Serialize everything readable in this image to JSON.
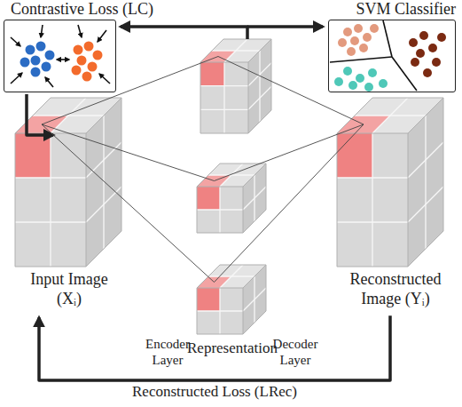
{
  "diagram": {
    "nodes": [
      {
        "text": [
          "Contrastive Loss (LC)"
        ]
      },
      {
        "text": [
          "SVM Classifier"
        ]
      },
      {
        "text": [
          "Input Image (Xᵢ)"
        ]
      },
      {
        "text": [
          "Representation"
        ]
      },
      {
        "text": [
          "Reconstructed Image (Yᵢ)"
        ]
      }
    ],
    "edges": [
      {
        "from": 2,
        "to": 3,
        "arrow": "none"
      },
      {
        "from": 3,
        "to": 4,
        "arrow": "none"
      },
      {
        "from": 4,
        "to": 2,
        "arrow": "to",
        "label": "Reconstructed Loss (LRec)"
      }
    ],
    "labels": [
      "Encoder Layer",
      "Decoder Layer"
    ]
  }
}
